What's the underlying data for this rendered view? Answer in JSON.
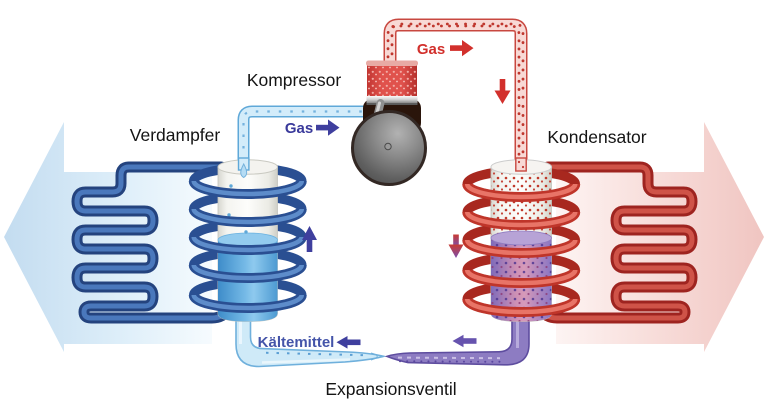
{
  "diagram": {
    "labels": {
      "compressor": "Kompressor",
      "evaporator": "Verdampfer",
      "condenser": "Kondensator",
      "expansion_valve": "Expansionsventil"
    },
    "flow": {
      "gas_cold": "Gas",
      "gas_hot": "Gas",
      "refrigerant": "Kältemittel"
    },
    "colors": {
      "gas_cold_text": "#3a3a9b",
      "gas_hot_text": "#d2302c",
      "refrigerant_text": "#4454a9",
      "cold_arrow_accent": "#3f3f9e",
      "hot_arrow_accent": "#d2302c",
      "purple_arrow_accent": "#6653ae",
      "cold_pipe_dark": "#24437e",
      "hot_pipe_dark": "#9e2420",
      "big_cold_arrow_fill": "#c3dcf0",
      "big_hot_arrow_fill": "#f0c5c1"
    }
  }
}
